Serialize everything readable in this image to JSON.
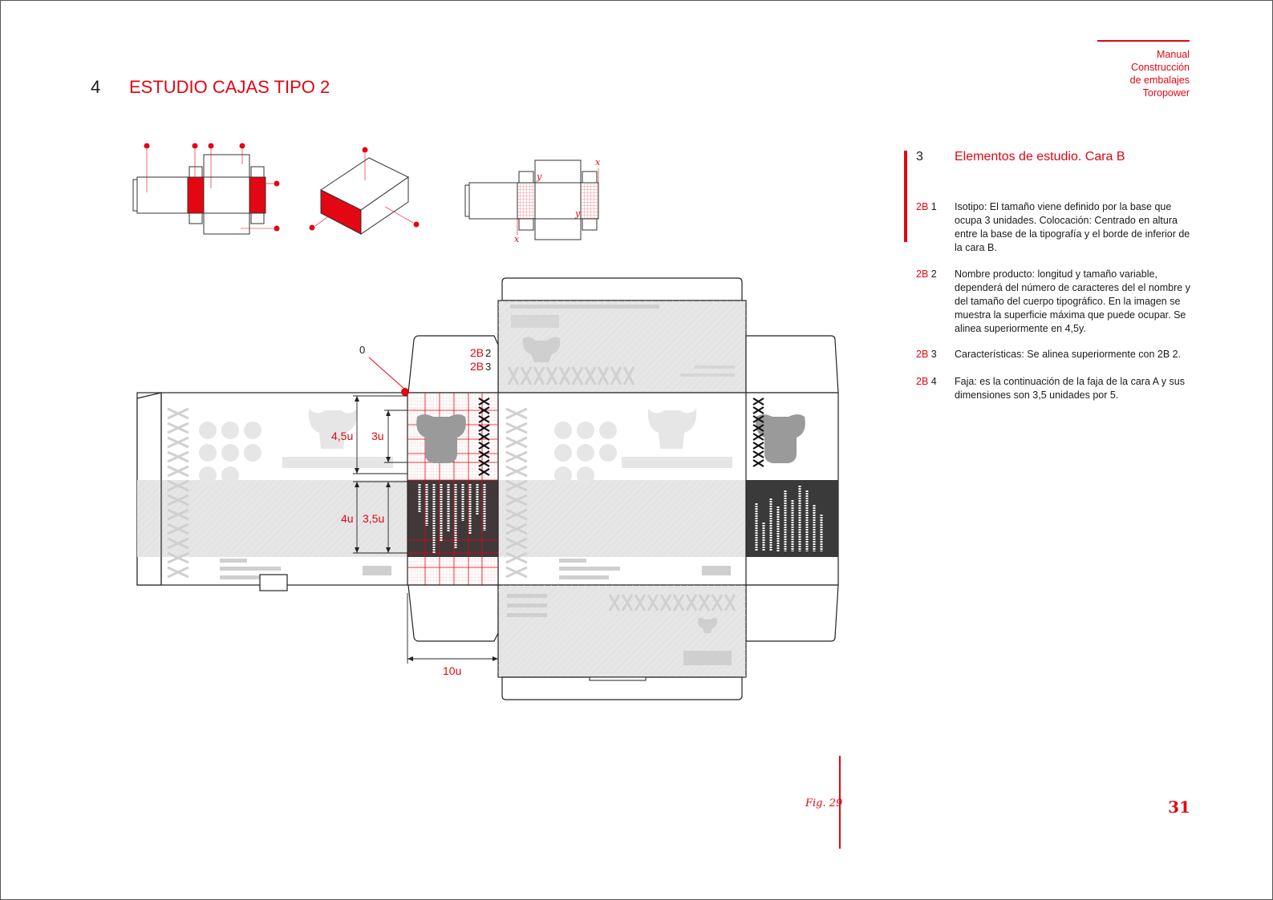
{
  "header": {
    "section_number": "4",
    "section_title": "ESTUDIO CAJAS TIPO 2",
    "manual_lines": [
      "Manual",
      "Construcción",
      "de embalajes",
      "Toropower"
    ]
  },
  "study": {
    "number": "3",
    "title": "Elementos de estudio. Cara B",
    "items": [
      {
        "code_red": "2B",
        "code_num": "1",
        "text": "Isotipo: El tamaño viene definido por la base que ocupa 3 unidades. Colocación: Centrado en altura entre la base de la tipografía y el borde de inferior de la cara B."
      },
      {
        "code_red": "2B",
        "code_num": "2",
        "text": "Nombre producto: longitud y tamaño variable, dependerá del número de caracteres del el nombre y del tamaño del cuerpo tipográfico. En la imagen se muestra la superficie máxima que puede ocupar. Se alinea superiormente en 4,5y."
      },
      {
        "code_red": "2B",
        "code_num": "3",
        "text": "Características: Se alinea superiormente con 2B 2."
      },
      {
        "code_red": "2B",
        "code_num": "4",
        "text": "Faja: es la continuación de la faja de la cara A y sus dimensiones son 3,5 unidades por 5."
      }
    ]
  },
  "diagram": {
    "origin_label": "0",
    "callouts": [
      {
        "red": "2B",
        "num": "2"
      },
      {
        "red": "2B",
        "num": "3"
      }
    ],
    "dims": {
      "a": "4,5u",
      "b": "3u",
      "c": "4u",
      "d": "3,5u",
      "width": "10u"
    },
    "grid_marks": {
      "x": "x",
      "y": "y"
    }
  },
  "footer": {
    "figure": "Fig. 29",
    "page_number": "31"
  },
  "colors": {
    "accent": "#e30613",
    "panel": "#e6e6e6",
    "dark": "#3a3a3a"
  }
}
